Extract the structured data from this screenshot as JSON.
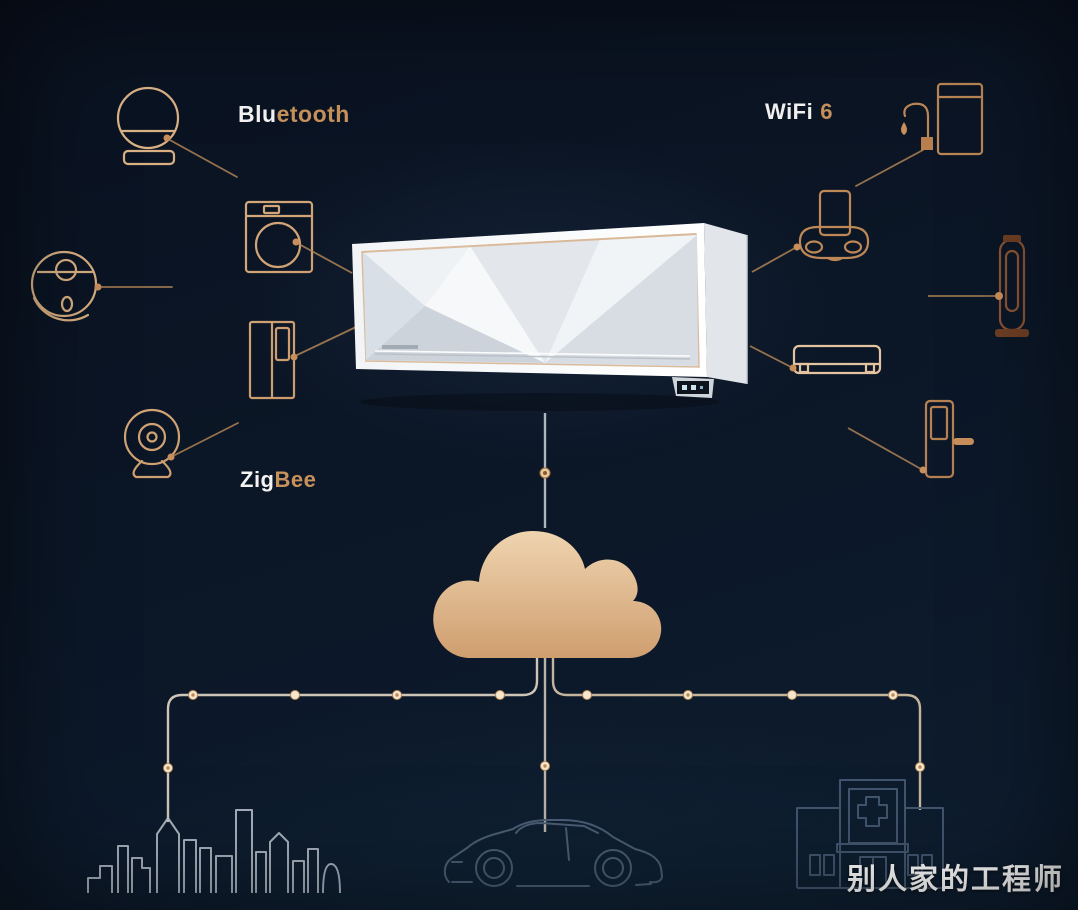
{
  "labels": {
    "bluetooth": {
      "primary": "Blu",
      "accent": "etooth"
    },
    "wifi": {
      "primary": "WiFi",
      "accent": "6"
    },
    "zigbee": {
      "primary": "Zig",
      "accent": "Bee"
    },
    "watermark": "别人家的工程师"
  },
  "icons": {
    "center": "air-conditioner",
    "left": [
      "smart-speaker-icon",
      "washing-machine-icon",
      "robot-vacuum-icon",
      "refrigerator-icon",
      "security-camera-icon"
    ],
    "right": [
      "water-purifier-icon",
      "router-icon",
      "tower-fan-icon",
      "wall-ac-icon",
      "door-lock-icon"
    ],
    "network": [
      "cloud-icon",
      "city-skyline-icon",
      "car-icon",
      "hospital-icon"
    ]
  },
  "colors": {
    "background_top": "#0a1220",
    "background_bottom": "#0e1d2f",
    "copper": "#c08a58",
    "copper_dark": "#7e4a2a",
    "copper_light": "#e8cda8",
    "text_white": "#f4f3f1",
    "text_accent": "#c8915c",
    "cloud_top": "#efd4b0",
    "cloud_bottom": "#cf9e6f",
    "connector_line": "#cdc5b8",
    "city_outline": "#b6bfca",
    "car_outline": "#4b5d74",
    "hospital_outline": "#42556e",
    "ac_body": "#f5f7f9"
  }
}
